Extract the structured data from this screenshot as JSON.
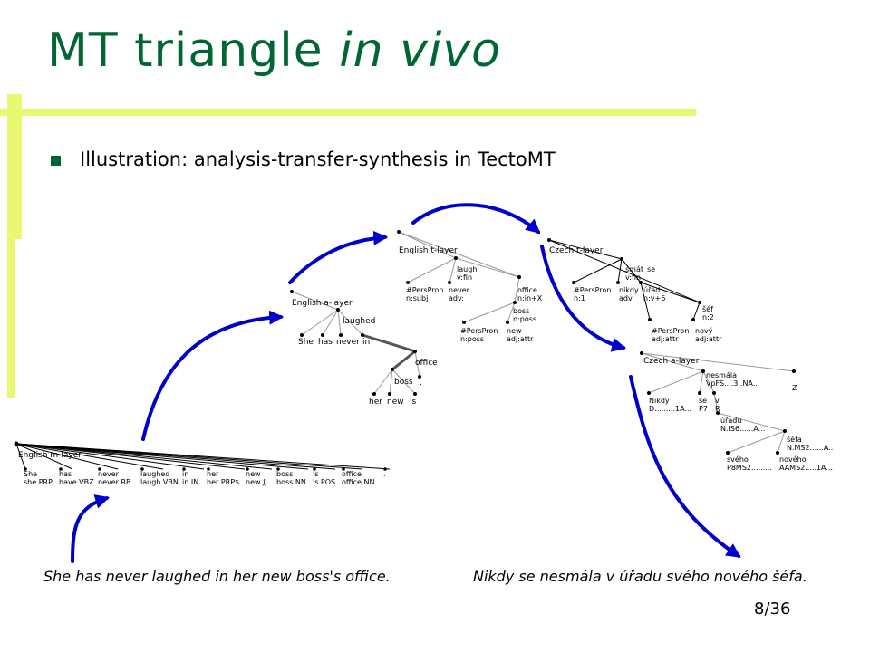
{
  "slide": {
    "title_main": "MT triangle",
    "title_italic": "in vivo",
    "bullet": "Illustration: analysis-transfer-synthesis  in TectoMT",
    "caption_left": "She has never laughed in her new boss's office.",
    "caption_right": "Nikdy se nesmála v úřadu svého nového šéfa.",
    "page": "8/36"
  },
  "colors": {
    "title": "#006633",
    "accent_bar": "#e8f870",
    "arrow": "#0000cc"
  },
  "m_layer": {
    "label": "English m-layer",
    "tokens": [
      {
        "form": "She",
        "lemma_tag": "she PRP"
      },
      {
        "form": "has",
        "lemma_tag": "have VBZ"
      },
      {
        "form": "never",
        "lemma_tag": "never RB"
      },
      {
        "form": "laughed",
        "lemma_tag": "laugh VBN"
      },
      {
        "form": "in",
        "lemma_tag": "in IN"
      },
      {
        "form": "her",
        "lemma_tag": "her PRP$"
      },
      {
        "form": "new",
        "lemma_tag": "new JJ"
      },
      {
        "form": "boss",
        "lemma_tag": "boss NN"
      },
      {
        "form": "'s",
        "lemma_tag": "'s POS"
      },
      {
        "form": "office",
        "lemma_tag": "office NN"
      },
      {
        "form": ".",
        "lemma_tag": ". ."
      }
    ]
  },
  "a_layer": {
    "label": "English a-layer",
    "nodes": [
      {
        "id": "laughed",
        "text": "laughed"
      },
      {
        "id": "she",
        "text": "She"
      },
      {
        "id": "has",
        "text": "has"
      },
      {
        "id": "never",
        "text": "never"
      },
      {
        "id": "in",
        "text": "in"
      },
      {
        "id": "office",
        "text": "office"
      },
      {
        "id": "boss",
        "text": "boss"
      },
      {
        "id": "dot",
        "text": "."
      },
      {
        "id": "her",
        "text": "her"
      },
      {
        "id": "new",
        "text": "new"
      },
      {
        "id": "pos",
        "text": "'s"
      }
    ]
  },
  "en_t_layer": {
    "label": "English t-layer",
    "nodes": [
      {
        "id": "laugh",
        "lines": [
          "laugh",
          "v:fin"
        ]
      },
      {
        "id": "perspron",
        "lines": [
          "#PersPron",
          "n:subj"
        ]
      },
      {
        "id": "never",
        "lines": [
          "never",
          "adv:"
        ]
      },
      {
        "id": "office",
        "lines": [
          "office",
          "n:in+X"
        ]
      },
      {
        "id": "boss",
        "lines": [
          "boss",
          "n:poss"
        ]
      },
      {
        "id": "perspron2",
        "lines": [
          "#PersPron",
          "n:poss"
        ]
      },
      {
        "id": "new",
        "lines": [
          "new",
          "adj:attr"
        ]
      }
    ]
  },
  "cz_t_layer": {
    "label": "Czech t-layer",
    "nodes": [
      {
        "id": "smat",
        "lines": [
          "smát_se",
          "v:fin"
        ]
      },
      {
        "id": "perspron",
        "lines": [
          "#PersPron",
          "n:1"
        ]
      },
      {
        "id": "nikdy",
        "lines": [
          "nikdy",
          "adv:"
        ]
      },
      {
        "id": "urad",
        "lines": [
          "úřad",
          "n:v+6"
        ]
      },
      {
        "id": "sef",
        "lines": [
          "šéf",
          "n:2"
        ]
      },
      {
        "id": "perspron2",
        "lines": [
          "#PersPron",
          "adj:attr"
        ]
      },
      {
        "id": "novy",
        "lines": [
          "nový",
          "adj:attr"
        ]
      }
    ]
  },
  "cz_a_layer": {
    "label": "Czech a-layer",
    "nodes": [
      {
        "id": "nesmala",
        "lines": [
          "nesmála",
          "VpFS....3..NA.."
        ]
      },
      {
        "id": "nikdy",
        "lines": [
          "Nikdy",
          "D.........1A..."
        ]
      },
      {
        "id": "se",
        "lines": [
          "se",
          "P7"
        ]
      },
      {
        "id": "v",
        "lines": [
          "v",
          "R"
        ]
      },
      {
        "id": "uradu",
        "lines": [
          "úřadu",
          "N.IS6......A..."
        ]
      },
      {
        "id": "sefa",
        "lines": [
          "šéfa",
          "N.MS2......A.."
        ]
      },
      {
        "id": "sveho",
        "lines": [
          "svého",
          "P8MS2........."
        ]
      },
      {
        "id": "noveho",
        "lines": [
          "nového",
          "AAMS2.....1A..."
        ]
      },
      {
        "id": "z",
        "lines": [
          "Z"
        ]
      }
    ]
  }
}
